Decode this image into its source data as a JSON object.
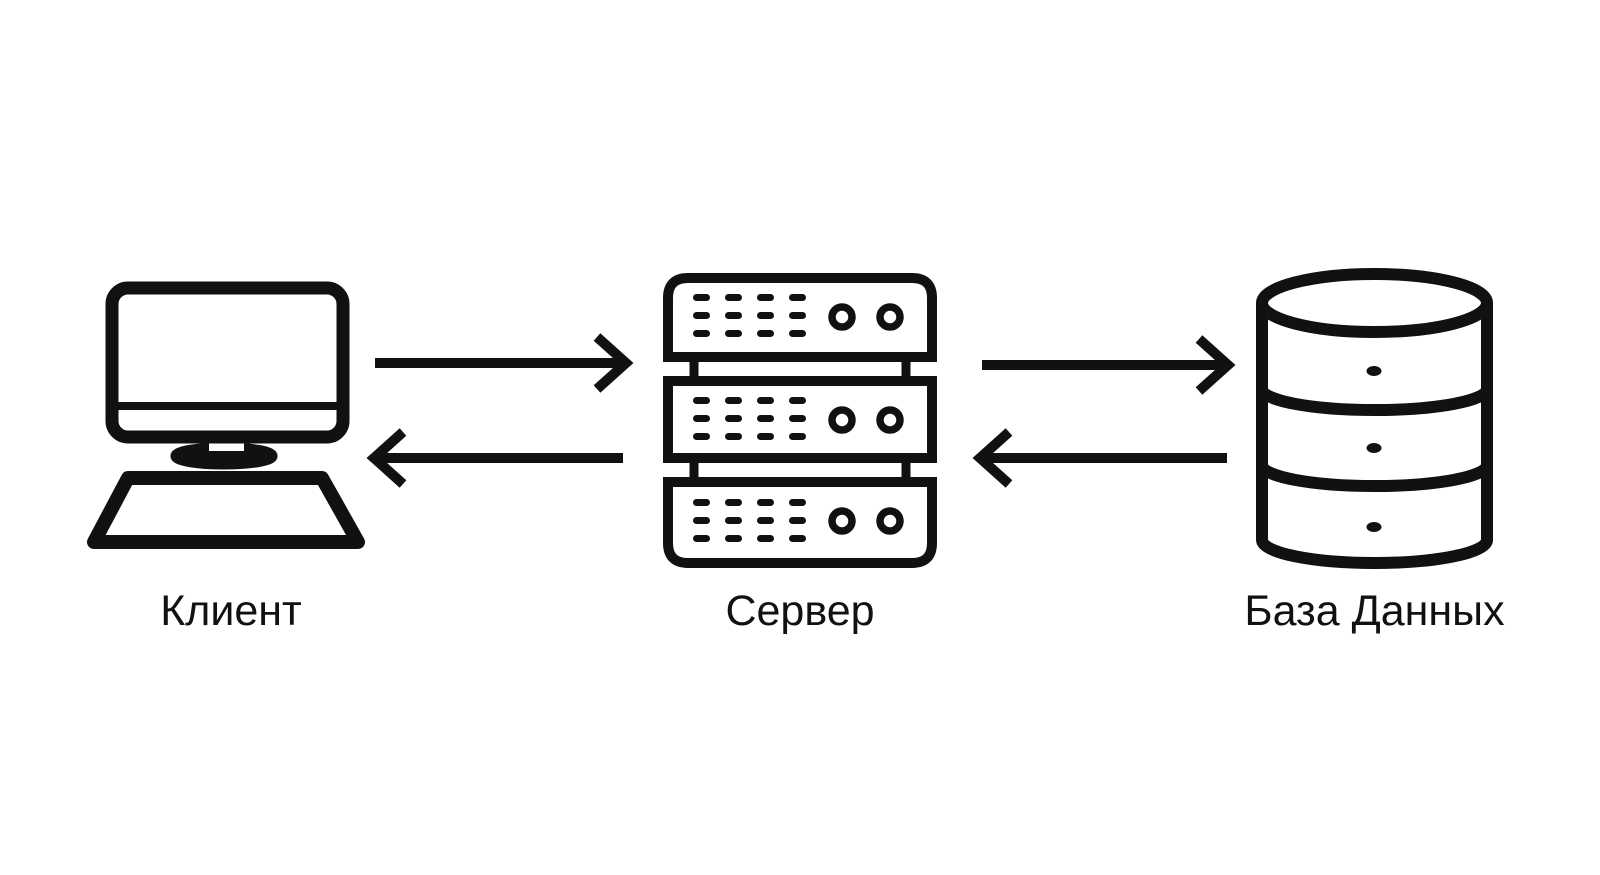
{
  "diagram": {
    "type": "architecture-flow",
    "background_color": "#ffffff",
    "stroke_color": "#111111",
    "nodes": [
      {
        "id": "client",
        "label": "Клиент",
        "icon": "desktop-computer-icon"
      },
      {
        "id": "server",
        "label": "Сервер",
        "icon": "server-rack-icon"
      },
      {
        "id": "database",
        "label": "База Данных",
        "icon": "database-cylinder-icon"
      }
    ],
    "connections": [
      {
        "from": "client",
        "to": "server",
        "style": "arrow-right"
      },
      {
        "from": "server",
        "to": "client",
        "style": "arrow-left"
      },
      {
        "from": "server",
        "to": "database",
        "style": "arrow-right"
      },
      {
        "from": "database",
        "to": "server",
        "style": "arrow-left"
      }
    ]
  }
}
